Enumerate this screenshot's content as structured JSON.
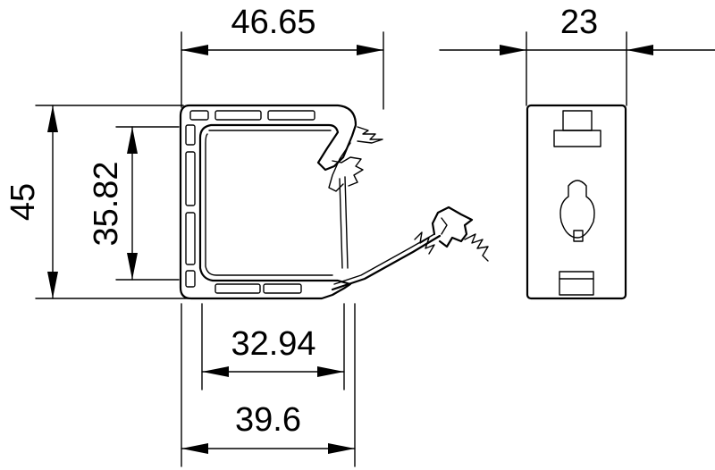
{
  "drawing": {
    "dimensions": {
      "width_overall": "46.65",
      "depth": "23",
      "height_overall": "45",
      "height_inner": "35.82",
      "width_inner": "32.94",
      "width_base": "39.6"
    },
    "colors": {
      "ink": "#000000",
      "paper": "#ffffff"
    }
  }
}
